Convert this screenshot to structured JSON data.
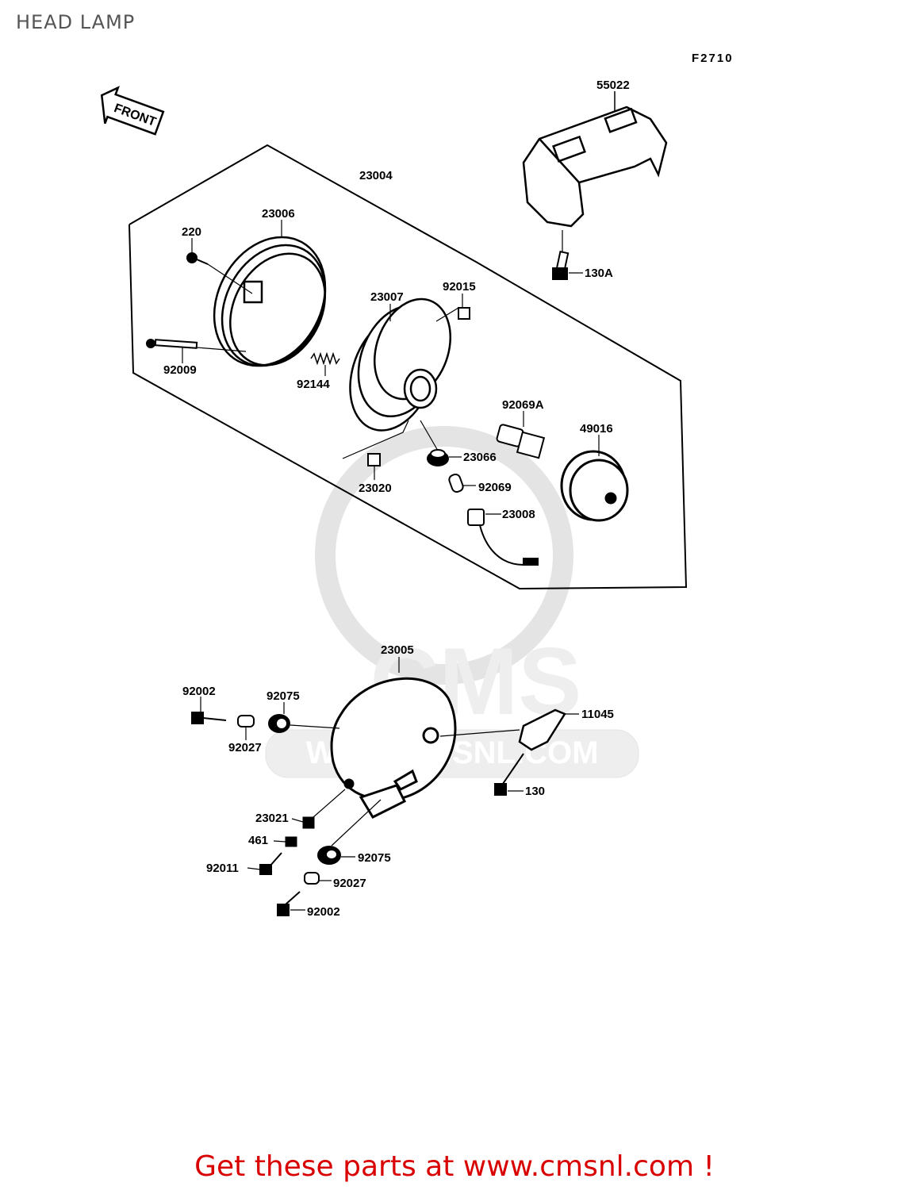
{
  "page": {
    "title": "HEAD LAMP",
    "figure_code": "F2710"
  },
  "front_marker": "FRONT",
  "parts": {
    "p55022": "55022",
    "p130A": "130A",
    "p23004": "23004",
    "p23006": "23006",
    "p220": "220",
    "p92015": "92015",
    "p23007": "23007",
    "p92009": "92009",
    "p92144": "92144",
    "p92069A": "92069A",
    "p49016": "49016",
    "p23066": "23066",
    "p23020": "23020",
    "p92069": "92069",
    "p23008": "23008",
    "p23005": "23005",
    "p92002a": "92002",
    "p92075a": "92075",
    "p92027a": "92027",
    "p11045": "11045",
    "p130": "130",
    "p23021": "23021",
    "p461": "461",
    "p92075b": "92075",
    "p92011": "92011",
    "p92027b": "92027",
    "p92002b": "92002"
  },
  "watermark": {
    "brand": "CMS",
    "url": "WWW.CMSNL.COM"
  },
  "footer": {
    "text": "Get these parts at www.cmsnl.com !"
  },
  "colors": {
    "footer_red": "#d80000",
    "line": "#000000",
    "watermark": "#eeeeee"
  }
}
